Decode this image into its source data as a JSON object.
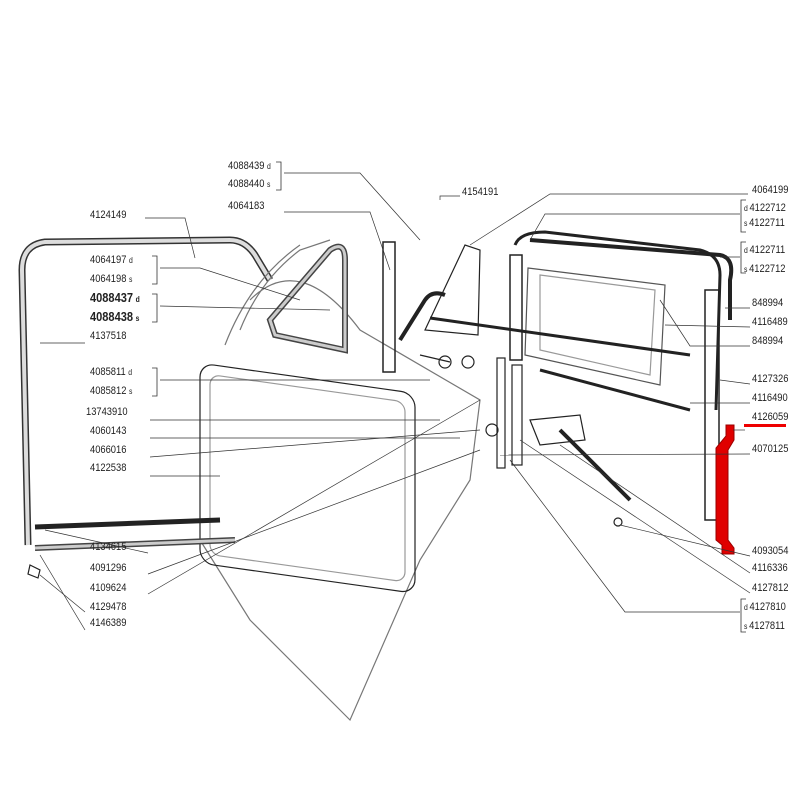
{
  "accent_color": "#e00000",
  "highlighted_part": "4126059",
  "labels_left": [
    {
      "code": "4088439",
      "side": "d"
    },
    {
      "code": "4088440",
      "side": "s"
    },
    {
      "code": "4064183",
      "side": ""
    },
    {
      "code": "4124149",
      "side": ""
    },
    {
      "code": "4064197",
      "side": "d"
    },
    {
      "code": "4064198",
      "side": "s"
    },
    {
      "code": "4088437",
      "side": "d"
    },
    {
      "code": "4088438",
      "side": "s"
    },
    {
      "code": "4137518",
      "side": ""
    },
    {
      "code": "4085811",
      "side": "d"
    },
    {
      "code": "4085812",
      "side": "s"
    },
    {
      "code": "13743910",
      "side": ""
    },
    {
      "code": "4060143",
      "side": ""
    },
    {
      "code": "4066016",
      "side": ""
    },
    {
      "code": "4122538",
      "side": ""
    },
    {
      "code": "4134615",
      "side": ""
    },
    {
      "code": "4091296",
      "side": ""
    },
    {
      "code": "4109624",
      "side": ""
    },
    {
      "code": "4129478",
      "side": ""
    },
    {
      "code": "4146389",
      "side": ""
    }
  ],
  "label_top": "4154191",
  "labels_right": [
    {
      "code": "4064199",
      "side": ""
    },
    {
      "code": "4122712",
      "side": "d"
    },
    {
      "code": "4122711",
      "side": "s"
    },
    {
      "code": "4122711",
      "side": "d"
    },
    {
      "code": "4122712",
      "side": "s"
    },
    {
      "code": "848994",
      "side": ""
    },
    {
      "code": "4116489",
      "side": ""
    },
    {
      "code": "848994",
      "side": ""
    },
    {
      "code": "4127326",
      "side": ""
    },
    {
      "code": "4116490",
      "side": ""
    },
    {
      "code": "4126059",
      "side": ""
    },
    {
      "code": "4070125",
      "side": ""
    },
    {
      "code": "4093054",
      "side": ""
    },
    {
      "code": "4116336",
      "side": ""
    },
    {
      "code": "4127812",
      "side": ""
    },
    {
      "code": "4127810",
      "side": "d"
    },
    {
      "code": "4127811",
      "side": "s"
    }
  ]
}
